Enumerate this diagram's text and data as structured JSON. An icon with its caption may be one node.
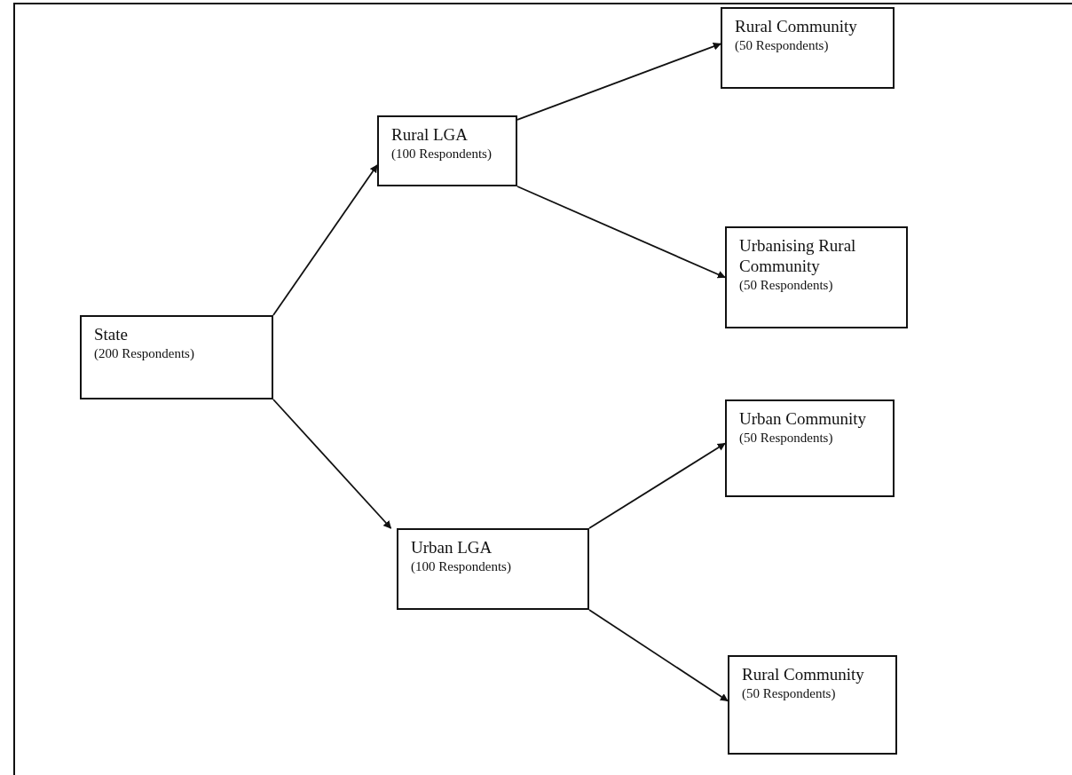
{
  "diagram": {
    "nodes": [
      {
        "text": [
          "State",
          "(200 Respondents)"
        ]
      },
      {
        "text": [
          "Rural LGA",
          "(100 Respondents)"
        ]
      },
      {
        "text": [
          "Urban LGA",
          "(100 Respondents)"
        ]
      },
      {
        "text": [
          "Rural Community",
          "(50 Respondents)"
        ]
      },
      {
        "text": [
          "Urbanising Rural Community",
          "(50 Respondents)"
        ]
      },
      {
        "text": [
          "Urban Community",
          "(50 Respondents)"
        ]
      },
      {
        "text": [
          "Rural Community",
          "(50 Respondents)"
        ]
      }
    ],
    "edges": [
      {
        "from": 0,
        "to": 1,
        "arrow": "to"
      },
      {
        "from": 0,
        "to": 2,
        "arrow": "to"
      },
      {
        "from": 1,
        "to": 3,
        "arrow": "to"
      },
      {
        "from": 1,
        "to": 4,
        "arrow": "to"
      },
      {
        "from": 2,
        "to": 5,
        "arrow": "to"
      },
      {
        "from": 2,
        "to": 6,
        "arrow": "to"
      }
    ]
  }
}
